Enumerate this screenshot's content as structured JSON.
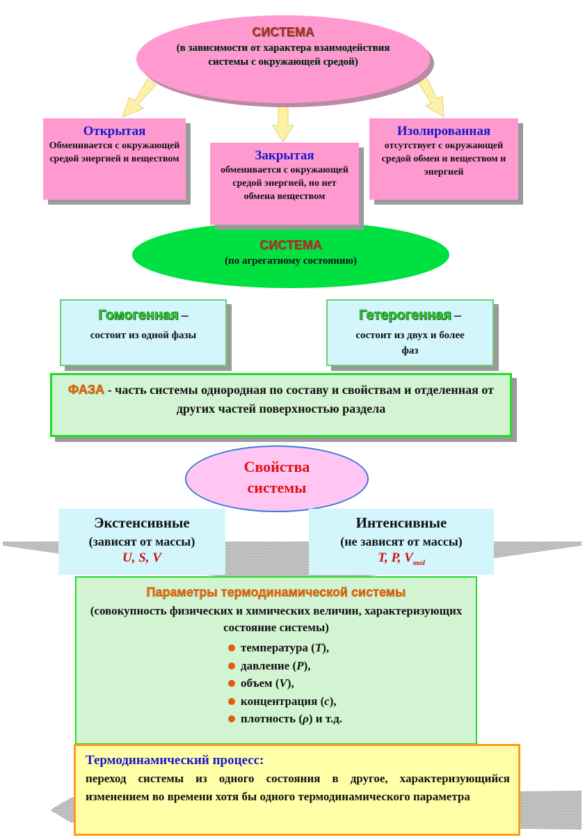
{
  "system_interaction": {
    "title": "СИСТЕМА",
    "subtitle": "(в зависимости от характера взаимодействия системы с окружающей средой)"
  },
  "open": {
    "title": "Открытая",
    "desc": "Обменивается с окружающей средой энергией и веществом"
  },
  "closed": {
    "title": "Закрытая",
    "desc": "обменивается с окружающей средой энергией, но нет обмена веществом"
  },
  "isolated": {
    "title": "Изолированная",
    "desc": "отсутствует с окружающей средой обмен и веществом и энергией"
  },
  "system_state": {
    "title": "СИСТЕМА",
    "subtitle": "(по агрегатному состоянию)"
  },
  "homogeneous": {
    "title": "Гомогенная",
    "dash": "–",
    "desc": "состоит из одной фазы"
  },
  "heterogeneous": {
    "title": "Гетерогенная",
    "dash": "–",
    "desc": "состоит из двух и более фаз"
  },
  "phase": {
    "term": "ФАЗА",
    "definition": " - часть системы однородная по составу и свойствам и отделенная от других частей поверхностью раздела"
  },
  "properties": {
    "line1": "Свойства",
    "line2": "системы"
  },
  "extensive": {
    "title": "Экстенсивные",
    "sub": "(зависят от массы)",
    "symbols": "U, S, V"
  },
  "intensive": {
    "title": "Интенсивные",
    "sub": "(не зависят от массы)",
    "symbols": "T, P, V",
    "subscript": "mol"
  },
  "parameters": {
    "title": "Параметры термодинамической системы",
    "subtitle": "(совокупность физических и химических величин, характеризующих состояние системы)",
    "items": [
      {
        "name": "температура",
        "symbol": "T",
        "tail": "),"
      },
      {
        "name": "давление",
        "symbol": "P",
        "tail": "),"
      },
      {
        "name": "объем",
        "symbol": "V",
        "tail": "),"
      },
      {
        "name": "концентрация",
        "symbol": "c",
        "tail": "),"
      },
      {
        "name": "плотность",
        "symbol": "ρ",
        "tail": ") и т.д."
      }
    ]
  },
  "process": {
    "title": "Термодинамический процесс:",
    "desc": "переход системы из одного состояния в другое, характеризующийся изменением во времени хотя бы одного термодинамического параметра"
  },
  "colors": {
    "pink": "#ff9ad0",
    "green_ellipse": "#00e040",
    "cyan": "#d2f6fb",
    "light_green": "#d2f4d2",
    "yellow": "#ffffa8",
    "orange": "#ff6a00",
    "blue_text": "#1818c8",
    "red_text": "#d01010"
  }
}
